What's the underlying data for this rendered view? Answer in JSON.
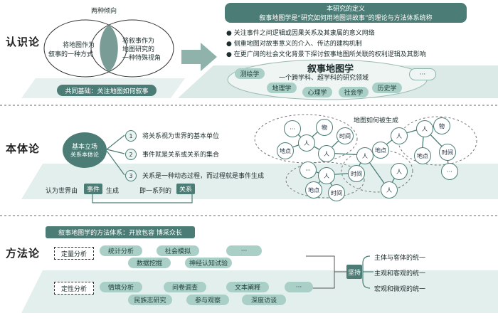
{
  "sections": {
    "epistemology": "认识论",
    "ontology": "本体论",
    "methodology": "方法论"
  },
  "epistemology": {
    "two_tendencies": "两种倾向",
    "left_circle": [
      "将地图作为",
      "叙事的一种方式"
    ],
    "right_circle": [
      "将叙事作为",
      "地图研究的",
      "一种特殊视角"
    ],
    "common_basis": "共同基础：关注地图如何叙事",
    "definition_title": "本研究的定义",
    "definition_main": "叙事地图学是“研究如何用地图讲故事”的理论与方法体系统称",
    "bullets": [
      "关注事件之间逻辑或因果关系及其隶属的意义网络",
      "侧重地图对故事意义的介入、传达的建构机制",
      "在更广阔的社会文化背景下探讨叙事地图所关联的权利逻辑及其影响"
    ],
    "field_title": "叙事地图学",
    "field_sub": "一个跨学科、超学科的研究领域",
    "disciplines": [
      "测绘学",
      "地理学",
      "心理学",
      "社会学",
      "历史学",
      "···"
    ]
  },
  "ontology": {
    "center": [
      "基本立场",
      "关系本体论"
    ],
    "items": [
      {
        "num": "1",
        "text": "将关系视为世界的基本单位"
      },
      {
        "num": "2",
        "text": "事件就是关系或关系的集合"
      },
      {
        "num": "3",
        "text": "关系是一种动态过程，而过程就是事件生成"
      }
    ],
    "bottom_prefix": "认为世界由",
    "bottom_event": "事件",
    "bottom_generate": "生成",
    "bottom_mid": "即一系列的",
    "bottom_relation": "关系",
    "network_title": "地图如何被生成",
    "node_labels": {
      "person": "人",
      "object": "物",
      "place": "地点",
      "time": "时间",
      "etc": "···"
    }
  },
  "methodology": {
    "title": "叙事地图学的方法体系：开放包容 博采众长",
    "quant_label": "定量分析",
    "quant_methods": [
      "统计分析",
      "社会模拟",
      "···",
      "数据挖掘",
      "神经认知试验"
    ],
    "qual_label": "定性分析",
    "qual_methods": [
      "情境分析",
      "问卷调查",
      "文本阐释",
      "···",
      "民族志研究",
      "参与观察",
      "深度访谈"
    ],
    "adhere": "坚持",
    "unities": [
      "主体与客体的统一",
      "主观和客观的统一",
      "宏观和微观的统一"
    ]
  },
  "colors": {
    "dark_teal": "#4b7d76",
    "mid_teal": "#5f8f88",
    "light_teal": "#a9cfc6",
    "plane": "#d6e7e3"
  }
}
